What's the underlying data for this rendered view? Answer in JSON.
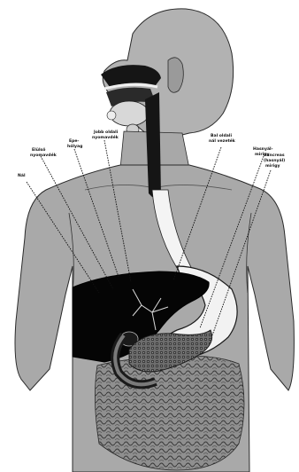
{
  "diagram": {
    "labels": [
      {
        "id": "nal",
        "lines": [
          "Nál"
        ]
      },
      {
        "id": "elulso",
        "lines": [
          "Elülső",
          "nyomavdék"
        ]
      },
      {
        "id": "epe",
        "lines": [
          "Epe-",
          "hólyag"
        ]
      },
      {
        "id": "jobb",
        "lines": [
          "Jobb oldali",
          "nyomavdék"
        ]
      },
      {
        "id": "bal",
        "lines": [
          "Bal oldali",
          "nál vezeték"
        ]
      },
      {
        "id": "hasnyal",
        "lines": [
          "Hasnyál-",
          "mirigy"
        ]
      },
      {
        "id": "pancreas",
        "lines": [
          "Pancreas",
          "(hasnyál)",
          "mirigy"
        ]
      }
    ]
  },
  "colors": {
    "skin": "#a9a9a9",
    "outline": "#2a2a2a",
    "liver": "#050505",
    "stomach": "#f2f2f2",
    "intestine": "#8c8c8c",
    "background": "#ffffff"
  }
}
